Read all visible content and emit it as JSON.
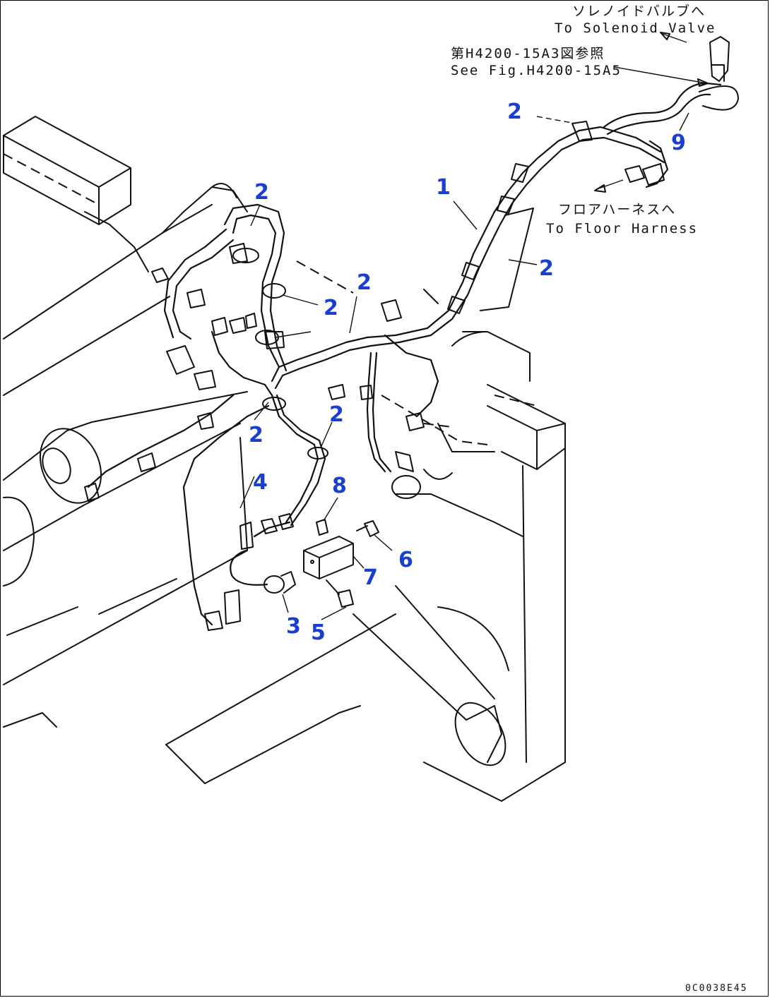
{
  "notes": {
    "solenoid_jp": "ソレノイドバルブへ",
    "solenoid_en": "To Solenoid Valve",
    "fig_jp": "第H4200-15A3図参照",
    "fig_en": "See Fig.H4200-15A5",
    "floor_jp": "フロアハーネスへ",
    "floor_en": "To Floor Harness"
  },
  "callouts": {
    "c1": "1",
    "c2": "2",
    "c3": "3",
    "c4": "4",
    "c5": "5",
    "c6": "6",
    "c7": "7",
    "c8": "8",
    "c9": "9"
  },
  "drawing_code": "0C0038E45",
  "colors": {
    "callout": "#1a3fcf",
    "line": "#111111"
  }
}
